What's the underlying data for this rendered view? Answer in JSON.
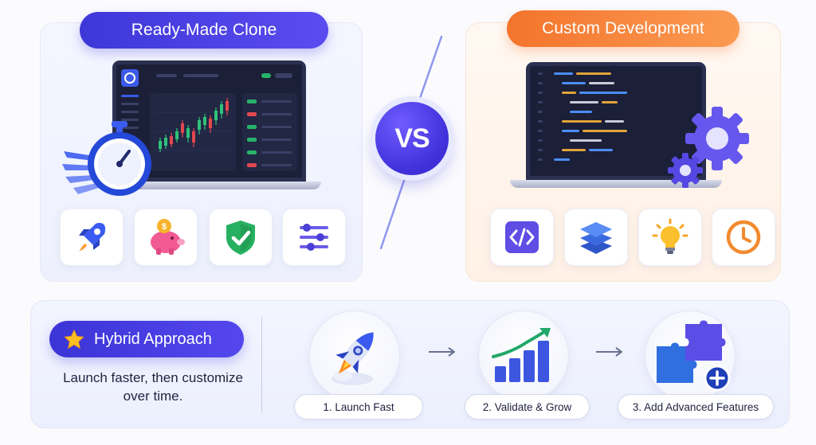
{
  "left_panel": {
    "title": "Ready-Made Clone",
    "accent": "#4a3fe6",
    "icons": [
      "rocket-icon",
      "piggy-bank-icon",
      "shield-check-icon",
      "sliders-icon"
    ]
  },
  "right_panel": {
    "title": "Custom Development",
    "accent": "#f4742c",
    "icons": [
      "code-icon",
      "layers-icon",
      "lightbulb-icon",
      "clock-icon"
    ]
  },
  "vs_label": "VS",
  "hybrid": {
    "title": "Hybrid Approach",
    "description": "Launch faster, then customize over time."
  },
  "steps": [
    {
      "label": "1. Launch Fast",
      "icon": "rocket-icon"
    },
    {
      "label": "2. Validate & Grow",
      "icon": "growth-chart-icon"
    },
    {
      "label": "3. Add Advanced Features",
      "icon": "puzzle-plus-icon"
    }
  ]
}
